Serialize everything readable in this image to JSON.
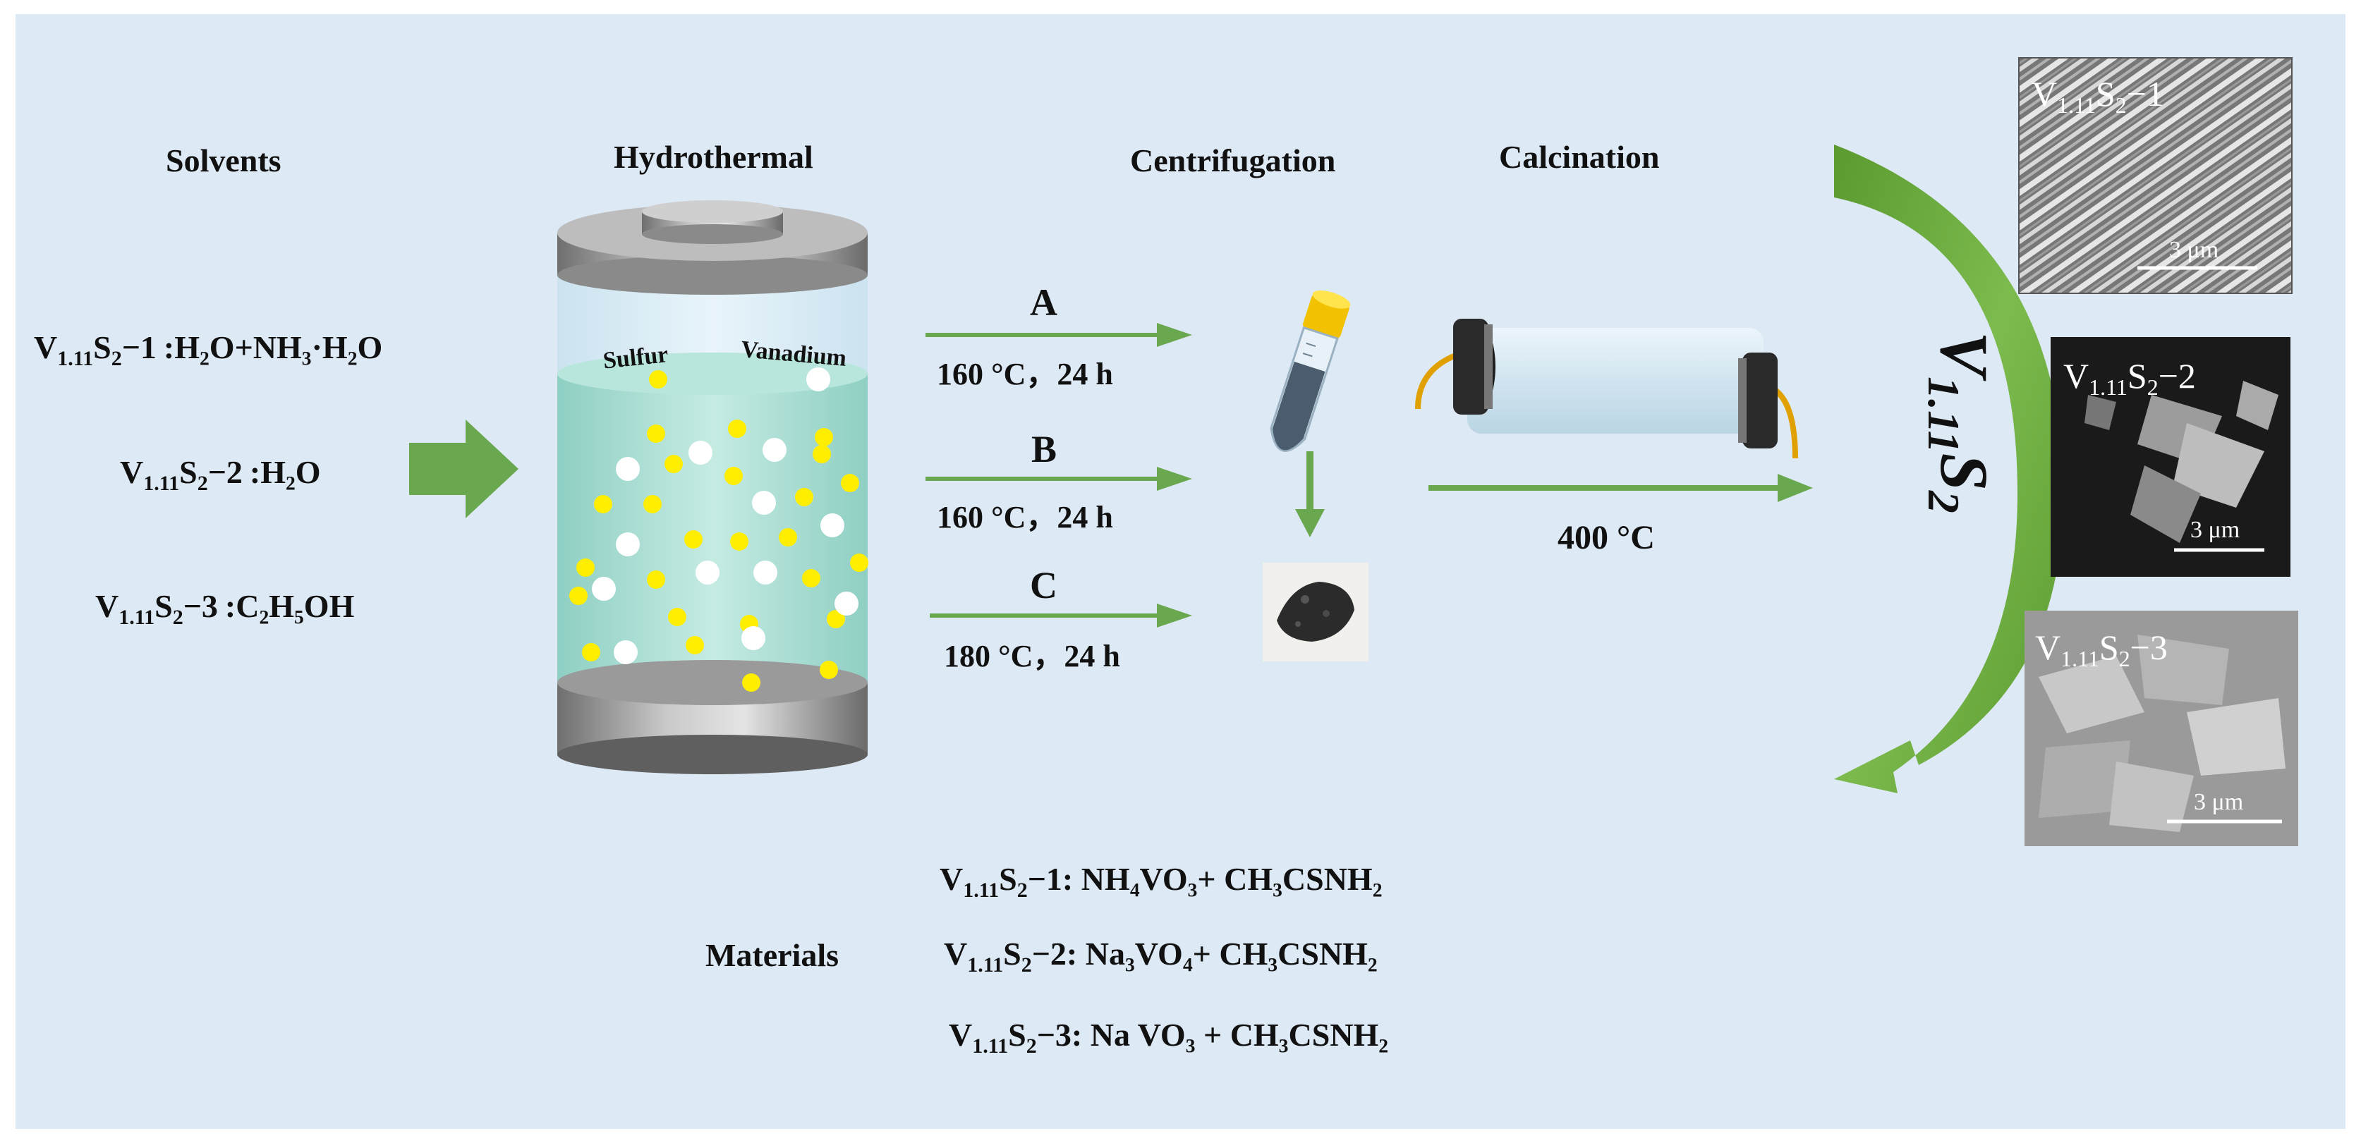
{
  "colors": {
    "background": "#dde9f5",
    "arrow_green": "#6aa84f",
    "liquid": "#a8dcd2",
    "sulfur_dot": "#ffee00",
    "vanadium_dot": "#ffffff"
  },
  "headers": {
    "solvents": "Solvents",
    "hydrothermal": "Hydrothermal",
    "centrifugation": "Centrifugation",
    "calcination": "Calcination",
    "materials": "Materials"
  },
  "reactor": {
    "sulfur_label": "Sulfur",
    "vanadium_label": "Vanadium"
  },
  "chemistry": {
    "V": "V",
    "sub_111": "1.11",
    "S": "S",
    "sub_2": "2",
    "dash1": "−1",
    "dash2": "−2",
    "dash3": "−3"
  },
  "solvents": {
    "s1": ":H₂O+NH₃·H₂O",
    "s2": ":H₂O",
    "s3": ":C₂H₅OH"
  },
  "routes": {
    "A": {
      "letter": "A",
      "condition": "160 °C，24 h"
    },
    "B": {
      "letter": "B",
      "condition": "160 °C，24 h"
    },
    "C": {
      "letter": "C",
      "condition": "180 °C，24 h"
    }
  },
  "calcination_temp": "400 °C",
  "product_label": {
    "main": "V",
    "sub": "1.11",
    "s": "S",
    "s_sub": "2"
  },
  "materials": {
    "m1": ": NH₄VO₃+ CH₃CSNH₂",
    "m2": ": Na₃VO₄+ CH₃CSNH₂",
    "m3": ": Na VO₃ + CH₃CSNH₂"
  },
  "sem": [
    {
      "scale": "3 μm"
    },
    {
      "scale": "3 μm"
    },
    {
      "scale": "3 μm"
    }
  ]
}
